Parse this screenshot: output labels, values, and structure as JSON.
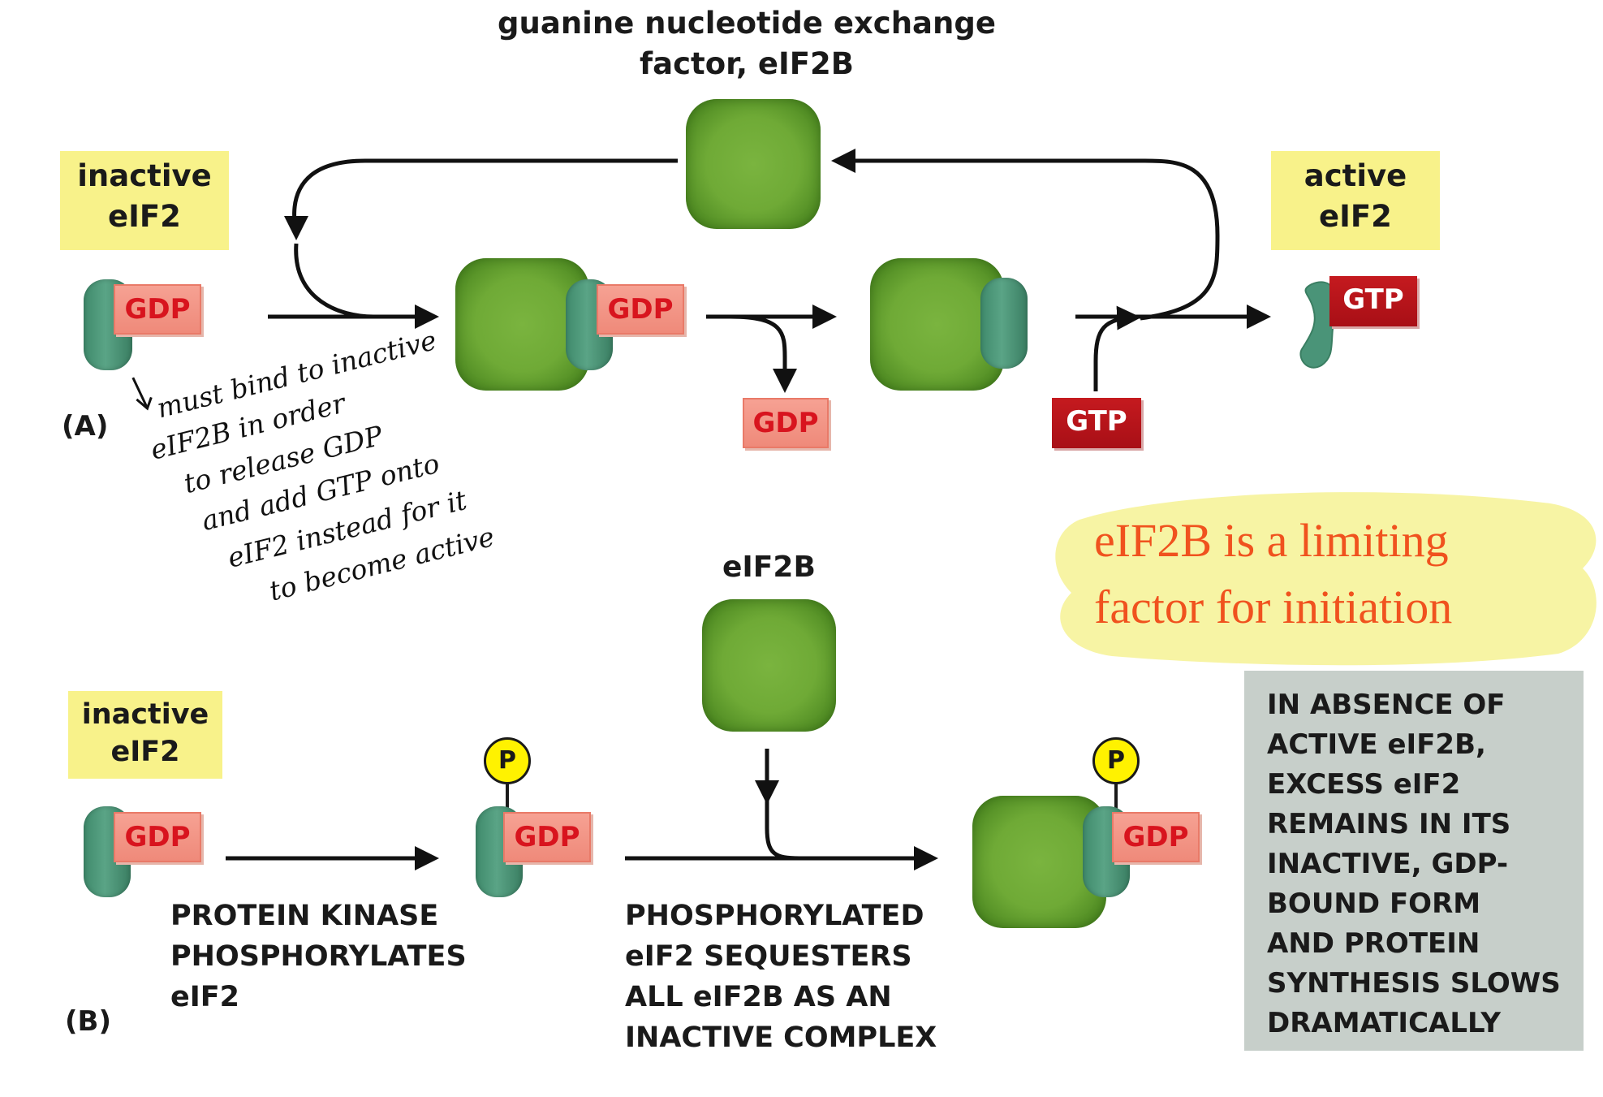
{
  "top_title": {
    "line1": "guanine nucleotide exchange",
    "line2": "factor, eIF2B"
  },
  "panel_a": {
    "label": "(A)",
    "inactive_label": {
      "line1": "inactive",
      "line2": "eIF2"
    },
    "active_label": {
      "line1": "active",
      "line2": "eIF2"
    },
    "gdp": "GDP",
    "gtp": "GTP"
  },
  "handwritten_note": {
    "lines": [
      "must bind to inactive",
      "eIF2B in order",
      "to release GDP",
      "and add GTP onto",
      "eIF2 instead for it",
      "to become active"
    ]
  },
  "highlight_note": {
    "line1": "eIF2B is a limiting",
    "line2": "factor for initiation"
  },
  "panel_b": {
    "label": "(B)",
    "eif2b_label": "eIF2B",
    "inactive_label": {
      "line1": "inactive",
      "line2": "eIF2"
    },
    "gdp": "GDP",
    "p": "P",
    "caption1": {
      "line1": "PROTEIN KINASE",
      "line2": "PHOSPHORYLATES",
      "line3": "eIF2"
    },
    "caption2": {
      "line1": "PHOSPHORYLATED",
      "line2": "eIF2 SEQUESTERS",
      "line3": "ALL eIF2B AS AN",
      "line4": "INACTIVE COMPLEX"
    },
    "note_box": {
      "lines": [
        "IN ABSENCE OF",
        "ACTIVE eIF2B,",
        "EXCESS eIF2",
        "REMAINS IN ITS",
        "INACTIVE, GDP-",
        "BOUND FORM",
        "AND PROTEIN",
        "SYNTHESIS SLOWS",
        "DRAMATICALLY"
      ]
    }
  },
  "colors": {
    "label_yellow": "#f8f28a",
    "eif2b_green": "#6faa36",
    "eif2_teal": "#4a9478",
    "gdp_salmon": "#ef8a7a",
    "gtp_red": "#b3141a",
    "note_gray": "#c7cfca",
    "highlight_text": "#f0521e"
  }
}
